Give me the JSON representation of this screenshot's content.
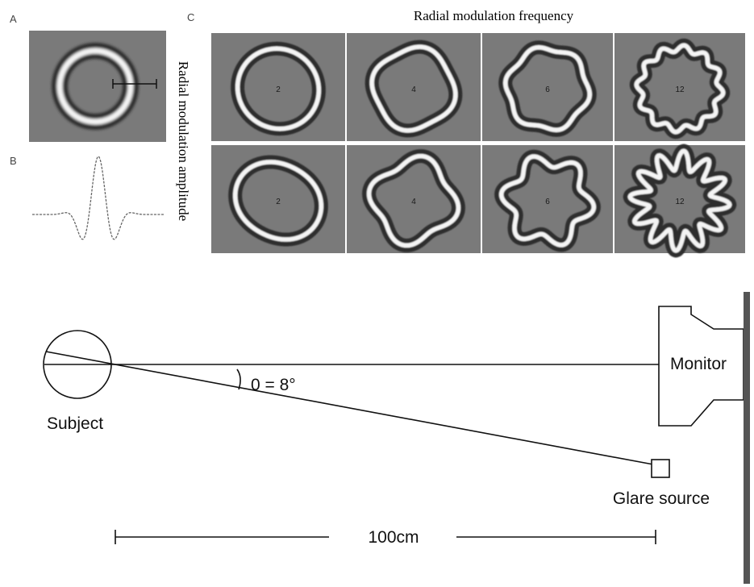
{
  "panels": {
    "a_label": "A",
    "b_label": "B",
    "c_label": "C"
  },
  "grid": {
    "top_axis_label": "Radial modulation frequency",
    "side_axis_label": "Radial modulation amplitude",
    "rows": [
      {
        "cells": [
          {
            "frequency_label": "2",
            "frequency": 2,
            "amplitude": 0.02
          },
          {
            "frequency_label": "4",
            "frequency": 4,
            "amplitude": 0.06
          },
          {
            "frequency_label": "6",
            "frequency": 6,
            "amplitude": 0.06
          },
          {
            "frequency_label": "12",
            "frequency": 12,
            "amplitude": 0.08
          }
        ]
      },
      {
        "cells": [
          {
            "frequency_label": "2",
            "frequency": 2,
            "amplitude": 0.1
          },
          {
            "frequency_label": "4",
            "frequency": 4,
            "amplitude": 0.13
          },
          {
            "frequency_label": "6",
            "frequency": 6,
            "amplitude": 0.16
          },
          {
            "frequency_label": "12",
            "frequency": 12,
            "amplitude": 0.24
          }
        ]
      }
    ]
  },
  "setup": {
    "subject_label": "Subject",
    "monitor_label": "Monitor",
    "glare_label": "Glare source",
    "angle_label": "0 = 8°",
    "distance_label": "100cm"
  },
  "colors": {
    "stimulus_gray": "#7a7a7a",
    "ring_light": "#f4f4f4",
    "ring_dark": "#2e2e2e",
    "line": "#111111",
    "wall": "#555555"
  }
}
